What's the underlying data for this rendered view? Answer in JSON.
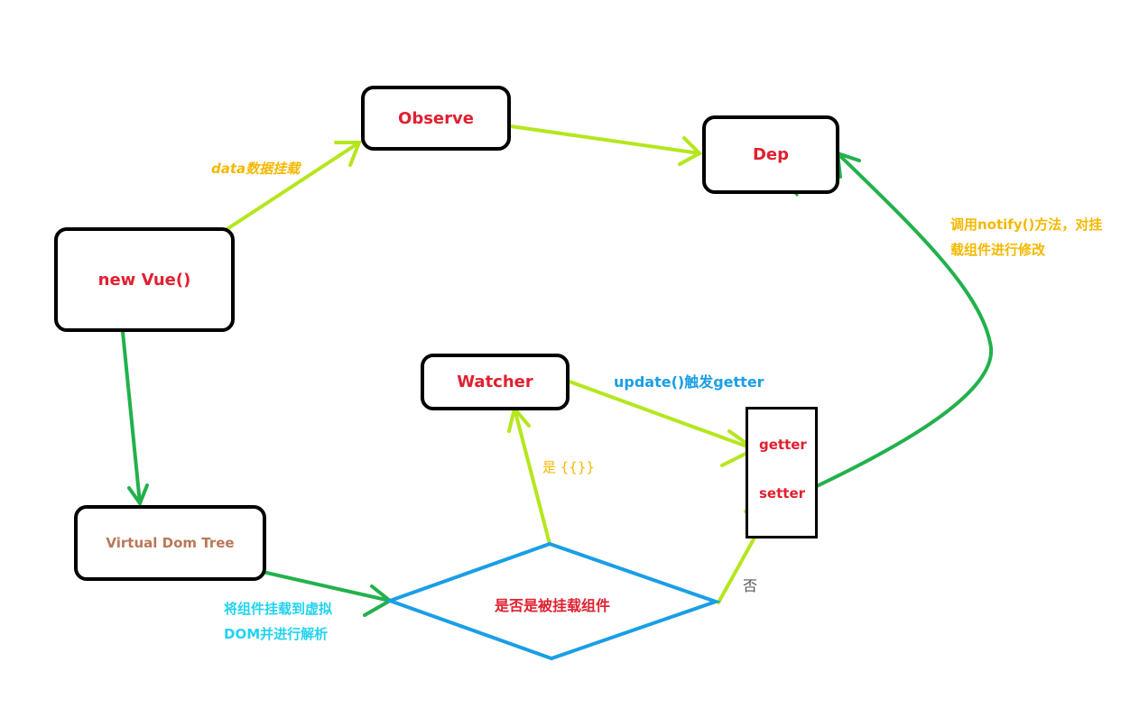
{
  "nodes": {
    "new_vue": "new Vue()",
    "observe": "Observe",
    "dep": "Dep",
    "watcher": "Watcher",
    "virtual_dom_tree": "Virtual Dom Tree",
    "decision": "是否是被挂载组件"
  },
  "property_box": {
    "getter": "getter",
    "setter": "setter"
  },
  "edge_labels": {
    "data_mount": "data数据挂载",
    "notify_line1": "调用notify()方法，对挂",
    "notify_line2": "载组件进行修改",
    "update_getter": "update()触发getter",
    "yes": "是 {{}}",
    "no": "否",
    "mount_line1": "将组件挂载到虚拟",
    "mount_line2": "DOM并进行解析"
  },
  "colors": {
    "lime_arrow": "#b5e61d",
    "green_arrow": "#22b14c",
    "diamond": "#1a9ee6",
    "node_text": "#e02030"
  }
}
